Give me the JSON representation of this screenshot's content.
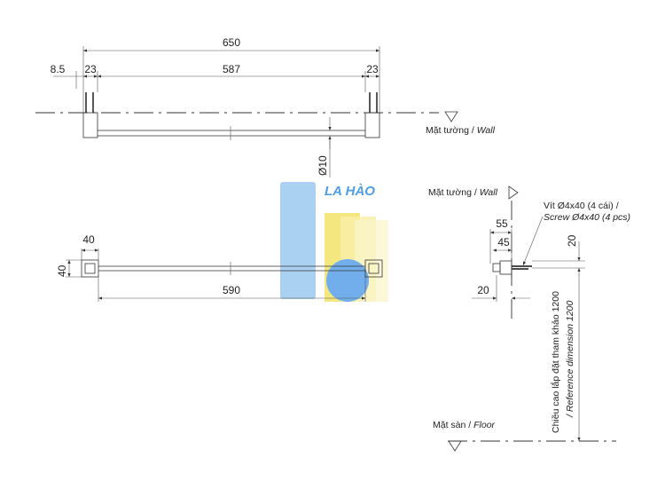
{
  "front_view": {
    "dim_total": "650",
    "dim_offset": "8.5",
    "dim_left_bracket": "23",
    "dim_between": "587",
    "dim_right_bracket": "23",
    "dim_diameter": "Ø10",
    "wall_label_vi": "Mặt tường /",
    "wall_label_en": "Wall"
  },
  "top_view": {
    "dim_width": "40",
    "dim_height": "40",
    "dim_length": "590"
  },
  "side_view": {
    "wall_label_vi": "Mặt tường /",
    "wall_label_en": "Wall",
    "screw_vi": "Vít Ø4x40 (4 cái) /",
    "screw_en": "Screw Ø4x40 (4 pcs)",
    "dim_55": "55",
    "dim_45": "45",
    "dim_20_top": "20",
    "dim_20_left": "20",
    "ref_height_vi": "Chiều cao lắp đặt tham khảo 1200",
    "ref_height_en": "/ Reference dimension 1200",
    "floor_label_vi": "Mặt sàn /",
    "floor_label_en": "Floor"
  },
  "watermark": {
    "text": "LA HÀO",
    "colors": {
      "blue": "#4a9ae8",
      "yellow": "#f5e46a"
    }
  }
}
